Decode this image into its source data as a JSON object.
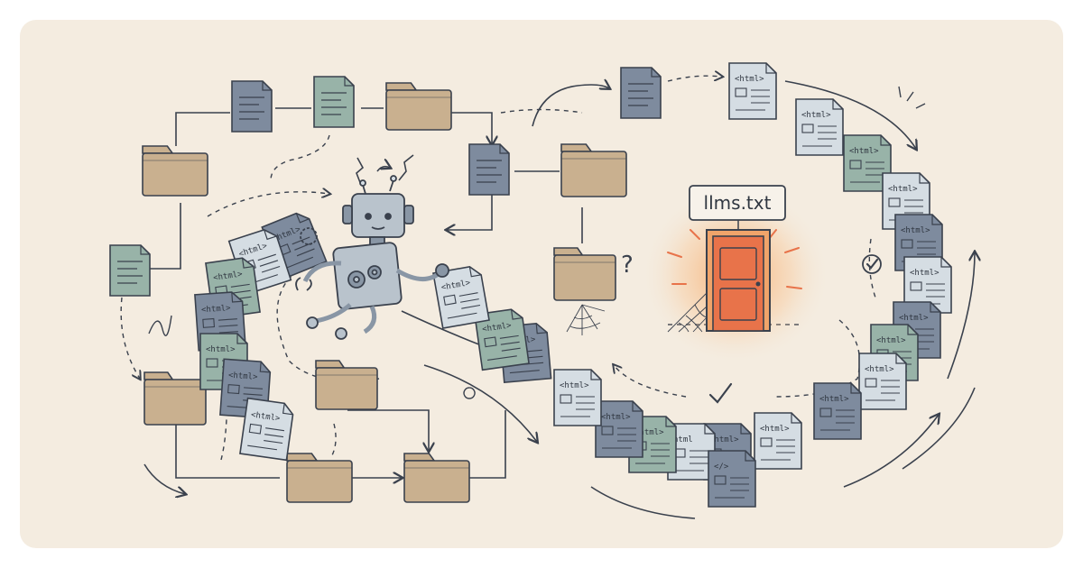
{
  "scene": {
    "sign_text": "llms.txt",
    "doc_label": "<html>",
    "doc_label_alt": "html",
    "code_label": "</>",
    "question_mark": "?"
  },
  "colors": {
    "paper": "#f4ece0",
    "folder": "#c9b08f",
    "doc_slate": "#7e8b9e",
    "doc_sage": "#98b3a8",
    "doc_light": "#d5dde3",
    "line": "#3a414d",
    "door": "#e8734a",
    "glow": "#f7a15c"
  }
}
